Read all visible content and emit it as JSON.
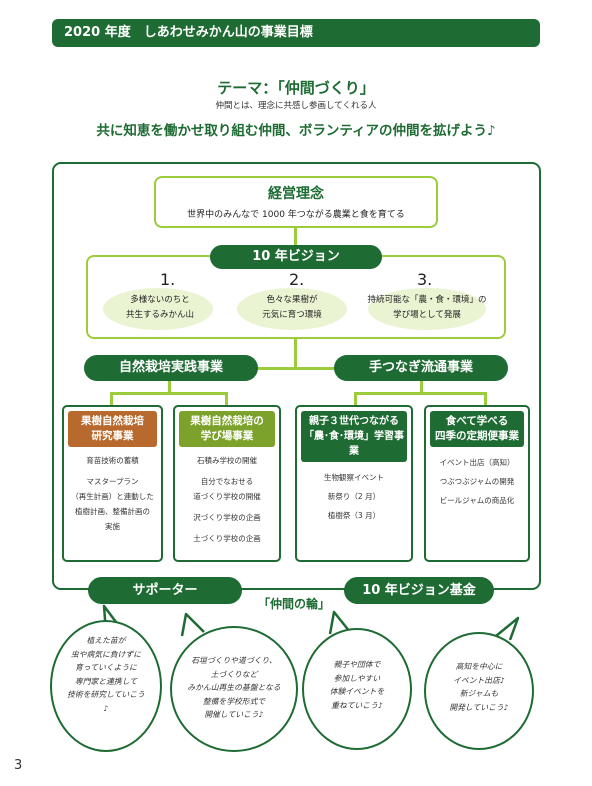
{
  "header": {
    "title": "2020 年度　しあわせみかん山の事業目標"
  },
  "theme": {
    "title": "テーマ：「仲間づくり」",
    "subtitle": "仲間とは、理念に共感し参画してくれる人",
    "slogan": "共に知恵を働かせ取り組む仲間、ボランティアの仲間を拡げよう♪"
  },
  "philosophy": {
    "title": "経営理念",
    "text": "世界中のみんなで 1000 年つながる農業と食を育てる"
  },
  "vision": {
    "label": "10 年ビジョン",
    "items": [
      {
        "num": "1.",
        "line1": "多様ないのちと",
        "line2": "共生するみかん山"
      },
      {
        "num": "2.",
        "line1": "色々な果樹が",
        "line2": "元気に育つ環境"
      },
      {
        "num": "3.",
        "line1": "持続可能な「農・食・環境」の",
        "line2": "学び場として発展"
      }
    ]
  },
  "divisions": {
    "left": "自然栽培実践事業",
    "right": "手つなぎ流通事業"
  },
  "colors": {
    "dark_green": "#1e6b33",
    "light_green": "#9ccc3c",
    "orange": "#b8692d",
    "blob": "#eaf4d3"
  },
  "cards": [
    {
      "title1": "果樹自然栽培",
      "title2": "研究事業",
      "lines": [
        "育苗技術の蓄積",
        "マスタープラン",
        "（再生計画）と連動した",
        "植樹計画、整備計画の",
        "実施"
      ]
    },
    {
      "title1": "果樹自然栽培の",
      "title2": "学び場事業",
      "lines": [
        "石積み学校の開催",
        "自分でなおせる",
        "道づくり学校の開催",
        "沢づくり学校の企画",
        "土づくり学校の企画"
      ]
    },
    {
      "title1": "親子３世代つながる",
      "title2": "「農･食･環境」学習事業",
      "lines": [
        "生物観察イベント",
        "新祭り（2 月）",
        "植樹祭（3 月）"
      ]
    },
    {
      "title1": "食べて学べる",
      "title2": "四季の定期便事業",
      "lines": [
        "イベント出店（高知）",
        "つぶつぶジャムの開発",
        "ビールジャムの商品化"
      ]
    }
  ],
  "bottom": {
    "supporter": "サポーター",
    "fund": "10 年ビジョン基金",
    "ring": "「仲間の輪」"
  },
  "bubbles": [
    {
      "lines": [
        "植えた苗が",
        "虫や病気に負けずに",
        "育っていくように",
        "専門家と連携して",
        "技術を研究していこう",
        "♪"
      ]
    },
    {
      "lines": [
        "石垣づくりや道づくり、",
        "土づくりなど",
        "みかん山再生の基盤となる",
        "整備を学校形式で",
        "開催していこう♪"
      ]
    },
    {
      "lines": [
        "親子や団体で",
        "参加しやすい",
        "体験イベントを",
        "重ねていこう♪"
      ]
    },
    {
      "lines": [
        "高知を中心に",
        "イベント出店♪",
        "新ジャムも",
        "開発していこう♪"
      ]
    }
  ],
  "page_number": "3"
}
